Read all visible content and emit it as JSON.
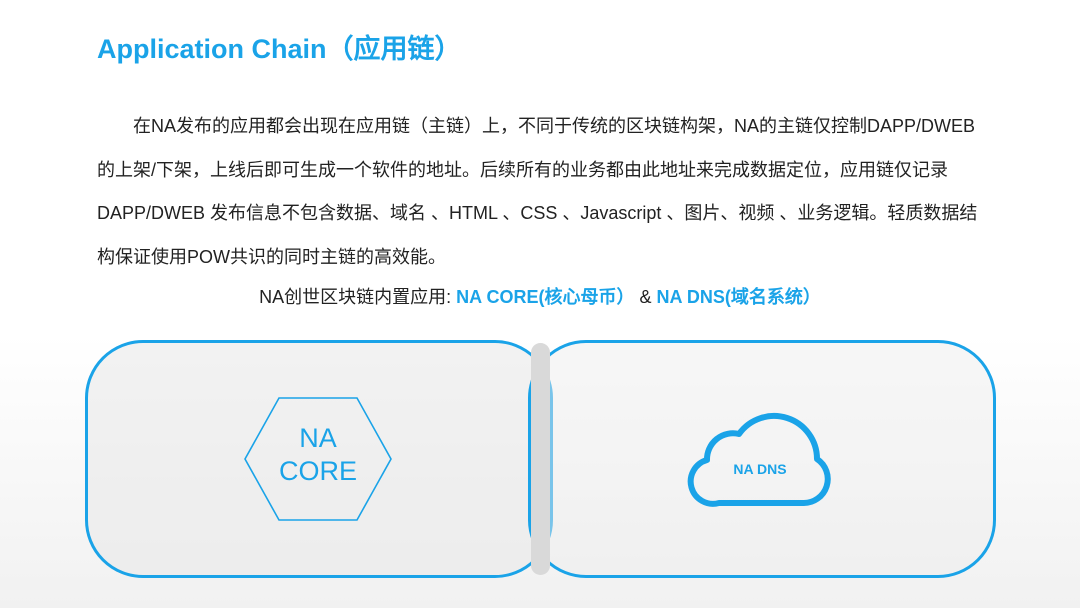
{
  "slide": {
    "title": "Application Chain（应用链）",
    "paragraph": "在NA发布的应用都会出现在应用链（主链）上，不同于传统的区块链构架，NA的主链仅控制DAPP/DWEB的上架/下架，上线后即可生成一个软件的地址。后续所有的业务都由此地址来完成数据定位，应用链仅记录 DAPP/DWEB 发布信息不包含数据、域名 、HTML 、CSS 、Javascript 、图片、视频 、业务逻辑。轻质数据结构保证使用POW共识的同时主链的高效能。",
    "builtin_prefix": "NA创世区块链内置应用: ",
    "builtin_app_1": "NA CORE(核心母币）",
    "builtin_sep": " & ",
    "builtin_app_2": "NA DNS(域名系统）"
  },
  "diagram": {
    "left_label_line1": "NA",
    "left_label_line2": "CORE",
    "right_label": "NA DNS",
    "left_icon": "hexagon-icon",
    "right_icon": "cloud-icon"
  },
  "colors": {
    "accent": "#1aa3e8",
    "text": "#222222",
    "panel_fill": "#e8e8e8"
  }
}
